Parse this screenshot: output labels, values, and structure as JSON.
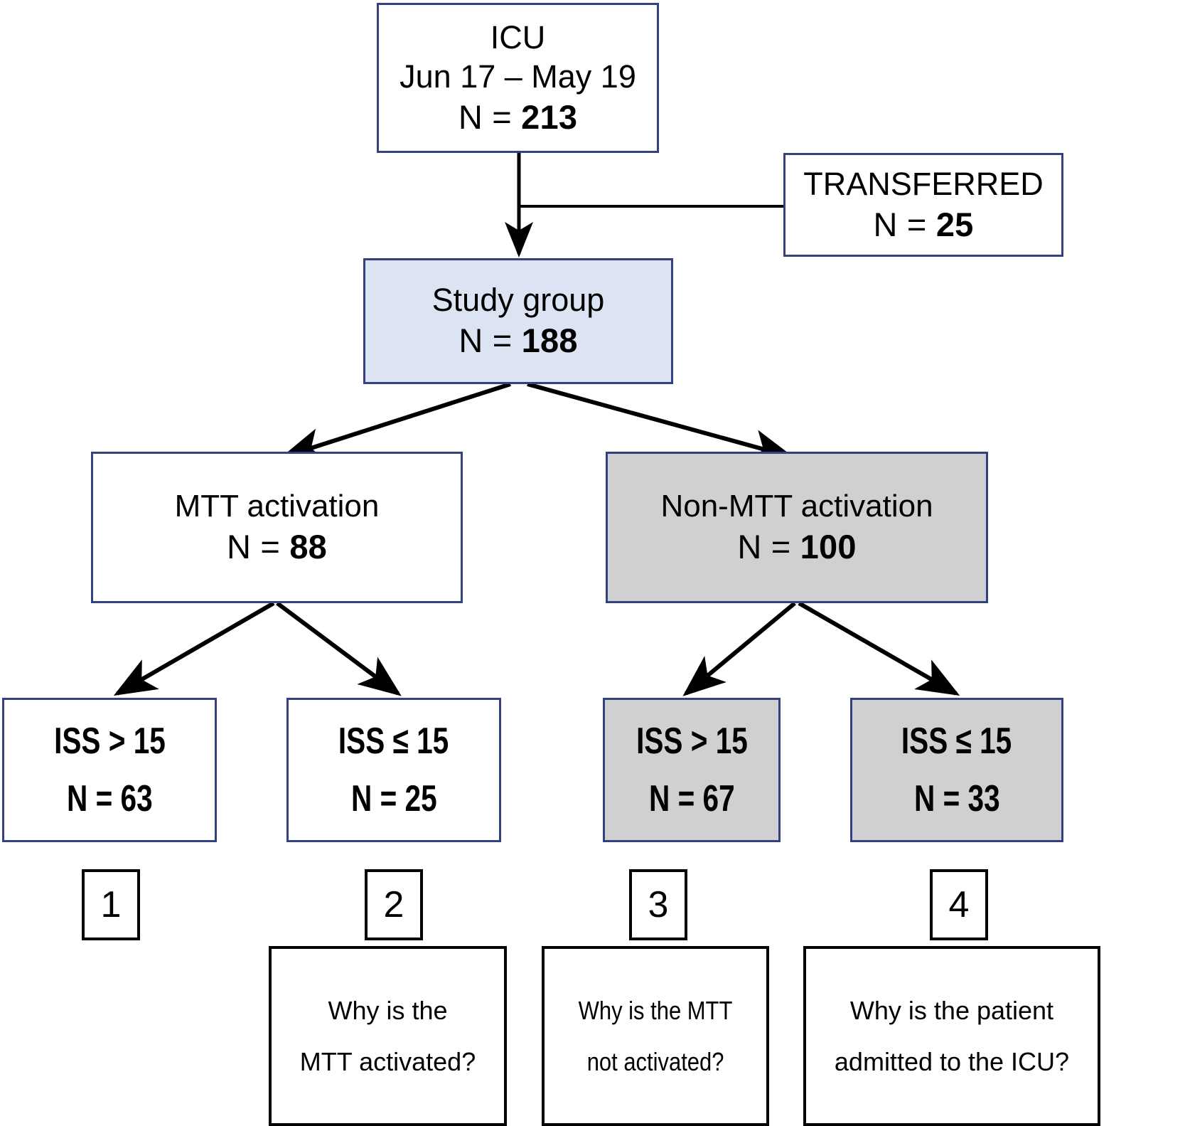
{
  "diagram": {
    "type": "flowchart",
    "title": "Patient flow / study inclusion flowchart",
    "colors": {
      "box_border": "#33427e",
      "tag_border": "#000000",
      "study_group_fill": "#dce3f3",
      "non_mtt_fill": "#d0d0d0",
      "white_fill": "#ffffff",
      "arrow": "#000000"
    },
    "nodes": {
      "icu": {
        "label": "ICU",
        "period": "Jun 17 – May 19",
        "count_prefix": "N = ",
        "count": "213"
      },
      "transferred": {
        "label": "TRANSFERRED",
        "count_prefix": "N = ",
        "count": "25"
      },
      "study_group": {
        "label": "Study group",
        "count_prefix": "N = ",
        "count": "188"
      },
      "mtt": {
        "label": "MTT activation",
        "count_prefix": "N = ",
        "count": "88"
      },
      "non_mtt": {
        "label": "Non-MTT activation",
        "count_prefix": "N = ",
        "count": "100"
      },
      "mtt_iss_high": {
        "label": "ISS > 15",
        "count_prefix": "N = ",
        "count": "63"
      },
      "mtt_iss_low": {
        "label": "ISS ≤ 15",
        "count_prefix": "N = ",
        "count": "25"
      },
      "non_mtt_iss_high": {
        "label": "ISS > 15",
        "count_prefix": "N = ",
        "count": "67"
      },
      "non_mtt_iss_low": {
        "label": "ISS ≤ 15",
        "count_prefix": "N = ",
        "count": "33"
      }
    },
    "tags": [
      {
        "id": "tag-1",
        "label": "1"
      },
      {
        "id": "tag-2",
        "label": "2"
      },
      {
        "id": "tag-3",
        "label": "3"
      },
      {
        "id": "tag-4",
        "label": "4"
      }
    ],
    "questions": [
      {
        "id": "question-mtt-activated",
        "line1": "Why is the",
        "line2": "MTT activated?"
      },
      {
        "id": "question-mtt-not-activated",
        "line1": "Why is the MTT",
        "line2": "not activated?"
      },
      {
        "id": "question-icu-admission",
        "line1": "Why is the patient",
        "line2": "admitted to the ICU?"
      }
    ]
  }
}
